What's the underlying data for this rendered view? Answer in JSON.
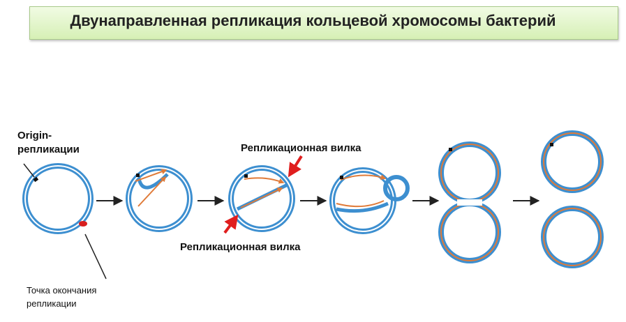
{
  "title": "Двунаправленная репликация кольцевой хромосомы бактерий",
  "labels": {
    "origin_line1": "Origin-",
    "origin_line2": "репликации",
    "fork_top": "Репликационная вилка",
    "fork_bottom": "Репликационная вилка",
    "terminus_line1": "Точка окончания",
    "terminus_line2": "репликации"
  },
  "colors": {
    "dna_blue": "#3d8fd0",
    "new_strand_orange": "#e07b39",
    "fork_arrow_red": "#e01e1e",
    "terminus_red": "#d81e1e",
    "title_bg": "#dff3c8"
  }
}
